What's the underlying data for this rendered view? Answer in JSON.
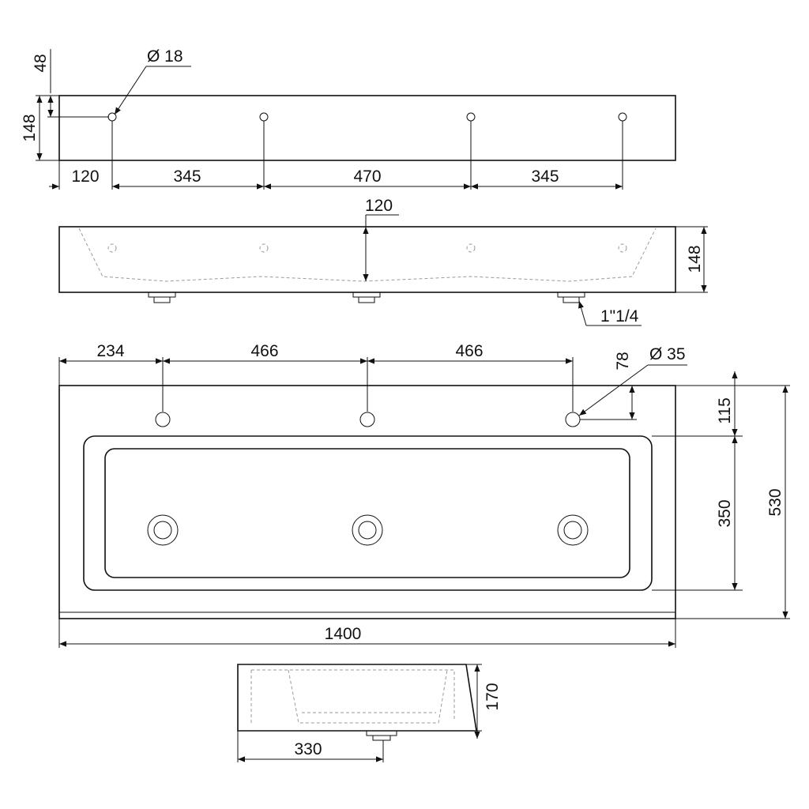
{
  "dimensions": {
    "top_view": {
      "hole_offset": "48",
      "height": "148",
      "hole_diameter": "Ø 18",
      "spacing_1": "120",
      "spacing_2": "345",
      "spacing_3": "470",
      "spacing_4": "345"
    },
    "front_view": {
      "drain_depth": "120",
      "height": "148",
      "drain_thread": "1\"1/4"
    },
    "plan_view": {
      "spacing_1": "234",
      "spacing_2": "466",
      "spacing_3": "466",
      "tap_offset": "78",
      "tap_diameter": "Ø 35",
      "depth_to_basin": "115",
      "basin_depth": "350",
      "total_depth": "530",
      "total_width": "1400"
    },
    "side_view": {
      "height": "170",
      "drain_offset": "330"
    }
  }
}
